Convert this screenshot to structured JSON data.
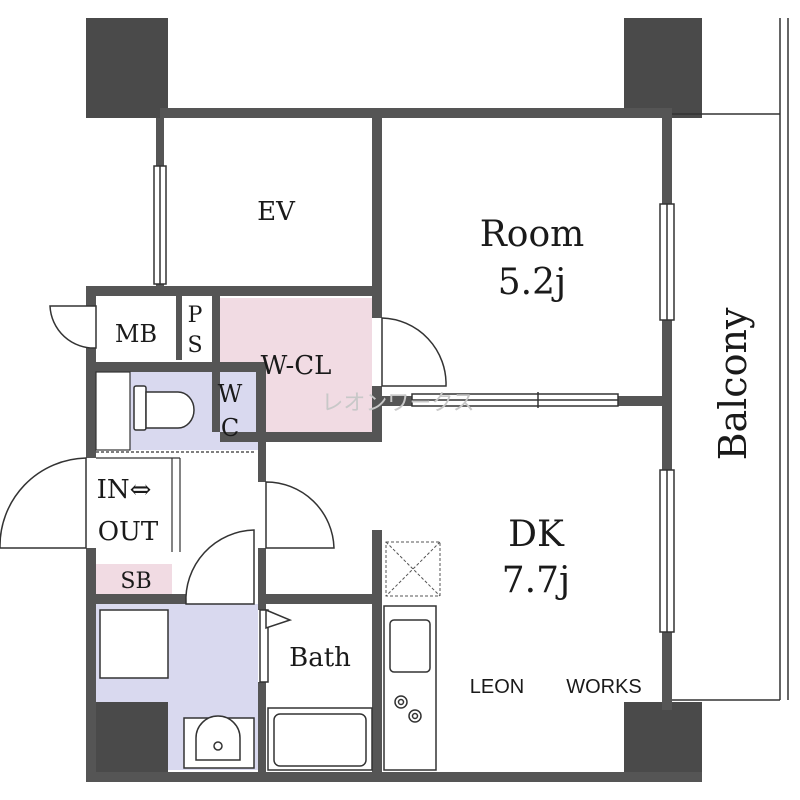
{
  "floorplan": {
    "rooms": {
      "ev": "EV",
      "room_name": "Room",
      "room_size": "5.2j",
      "mb": "MB",
      "ps_p": "P",
      "ps_s": "S",
      "wcl": "W-CL",
      "wc_w": "W",
      "wc_c": "C",
      "in_out_top": "IN⇔",
      "in_out_bottom": "OUT",
      "sb": "SB",
      "dk_name": "DK",
      "dk_size": "7.7j",
      "bath": "Bath",
      "balcony": "Balcony"
    },
    "watermark": "レオンワークス",
    "brand_left": "LEON",
    "brand_right": "WORKS",
    "colors": {
      "wall": "#555555",
      "column": "#4a4a4a",
      "wcl_fill": "#f1dbe3",
      "wc_fill": "#d9d9ef",
      "sb_fill": "#f1dbe3",
      "wash_fill": "#d9d9ef",
      "line": "#333333"
    }
  }
}
